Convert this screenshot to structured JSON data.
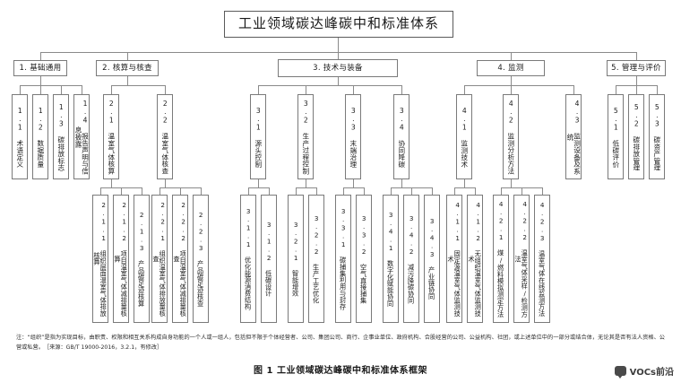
{
  "figure": {
    "title": "工业领域碳达峰碳中和标准体系",
    "caption": "图 1  工业领域碳达峰碳中和标准体系框架",
    "note": "注：“组织”是指为实现目标，由职责、权限和相互关系构成自身功能的一个人或一组人，包括但不限于个体经营者、公司、集团公司、商行、企事业单位、政府机构、合股经营的公司、公益机构、社团，或上述单位中的一部分或结合体，无论其是否有法人资格、公营或私营。　［来源：GB/T 19000-2016，3.2.1，有修改］"
  },
  "watermark": {
    "label": "VOCs前沿",
    "icon": "chat-bubble-icon"
  },
  "branches": [
    {
      "id": "b1",
      "label": "1. 基础通用",
      "children": [
        {
          "label": "1.1 术语定义",
          "children": []
        },
        {
          "label": "1.2 数据质量",
          "children": []
        },
        {
          "label": "1.3 碳排放标志",
          "children": []
        },
        {
          "label": "1.4 报告声明与信息披露",
          "children": []
        }
      ]
    },
    {
      "id": "b2",
      "label": "2. 核算与核查",
      "children": [
        {
          "label": "2.1 温室气体核算",
          "children": [
            "2.1.1 组织层面温室气体排放核算",
            "2.1.2 项目温室气体减排量核算",
            "2.1.3 产品碳足迹核算"
          ]
        },
        {
          "label": "2.2 温室气体核查",
          "children": [
            "2.2.1 组织温室气体排放量核查",
            "2.2.2 项目温室气体减排量核查",
            "2.2.3 产品碳足迹核查"
          ]
        }
      ]
    },
    {
      "id": "b3",
      "label": "3. 技术与装备",
      "children": [
        {
          "label": "3.1 源头控制",
          "children": [
            "3.1.1 优化能源消费结构",
            "3.1.2 低碳设计"
          ]
        },
        {
          "label": "3.2 生产过程控制",
          "children": [
            "3.2.1 智能增效",
            "3.2.2 生产工艺优化"
          ]
        },
        {
          "label": "3.3 末端治理",
          "children": [
            "3.3.1 碳捕集利用与封存",
            "3.3.2 空气直接捕集"
          ]
        },
        {
          "label": "3.4 协同降碳",
          "children": [
            "3.4.1 数字化赋能协同",
            "3.4.2 减污降碳协同",
            "3.4.3 产业链协同"
          ]
        }
      ]
    },
    {
      "id": "b4",
      "label": "4. 监测",
      "children": [
        {
          "label": "4.1 监测技术",
          "children": [
            "4.1.1 固定源温室气体监测技术",
            "4.1.2 无组织温室气体监测技术"
          ]
        },
        {
          "label": "4.2 监测分析方法",
          "children": [
            "4.2.1 煤/燃料模拟测定方法",
            "4.2.2 温室气体采样/检测方法",
            "4.2.3 温室气体在线监测方法"
          ]
        },
        {
          "label": "4.3 监测设备及系统",
          "children": []
        }
      ]
    },
    {
      "id": "b5",
      "label": "5. 管理与评价",
      "children": [
        {
          "label": "5.1 低碳评价",
          "children": []
        },
        {
          "label": "5.2 碳排放管理",
          "children": []
        },
        {
          "label": "5.3 碳资产管理",
          "children": []
        }
      ]
    }
  ]
}
